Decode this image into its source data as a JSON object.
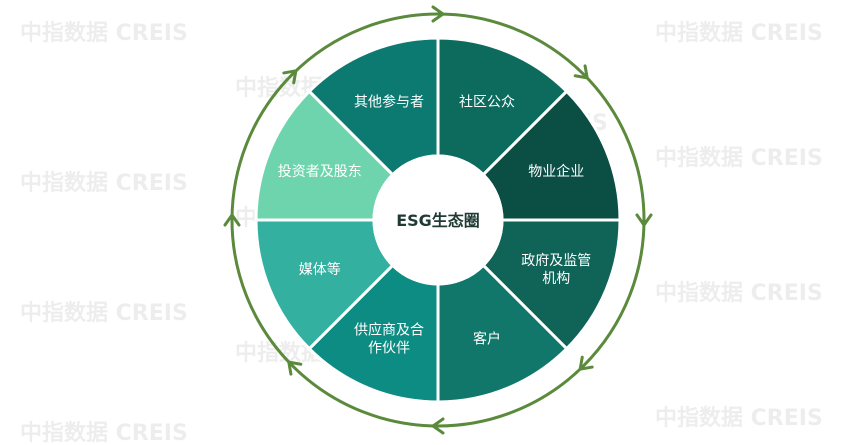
{
  "center": {
    "label": "ESG生态圈"
  },
  "segments": [
    {
      "lines": [
        "社区公众"
      ],
      "color": "#0d6b5e"
    },
    {
      "lines": [
        "物业企业"
      ],
      "color": "#0a4e44"
    },
    {
      "lines": [
        "政府及监管",
        "机构"
      ],
      "color": "#0f6357"
    },
    {
      "lines": [
        "客户"
      ],
      "color": "#11776a"
    },
    {
      "lines": [
        "供应商及合",
        "作伙伴"
      ],
      "color": "#0c8c82"
    },
    {
      "lines": [
        "媒体等"
      ],
      "color": "#33b09f"
    },
    {
      "lines": [
        "投资者及股东"
      ],
      "color": "#6ed4ad"
    },
    {
      "lines": [
        "其他参与者"
      ],
      "color": "#0c7a71"
    }
  ],
  "ring": {
    "color": "#5b8a3c"
  },
  "watermark": {
    "text": "中指数据 CREIS"
  }
}
